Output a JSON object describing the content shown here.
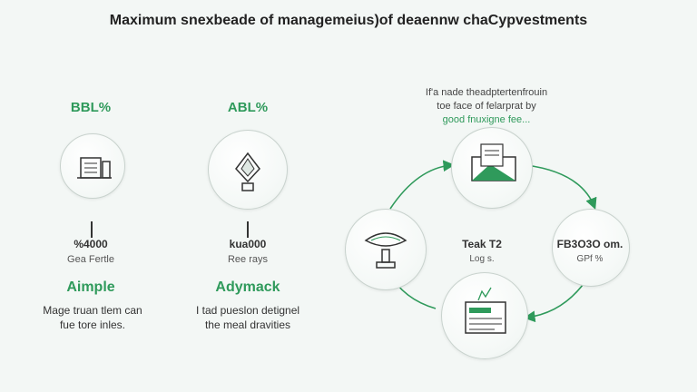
{
  "title": "Maximum snexbeade of managemeius)of deaennw chaCypvestments",
  "left_columns": [
    {
      "percent": "BBL%",
      "amount": "%4000",
      "sub": "Gea Fertle",
      "label": "Aimple",
      "desc_line1": "Mage truan tlem can",
      "desc_line2": "fue tore inles.",
      "icon": "building-icon"
    },
    {
      "percent": "ABL%",
      "amount": "kua000",
      "sub": "Ree rays",
      "label": "Adymack",
      "desc_line1": "I tad pueslon detignel",
      "desc_line2": "the meal dravities",
      "icon": "diamond-lamp-icon"
    }
  ],
  "cycle": {
    "note_line1": "If'a nade theadptertenfrouin",
    "note_line2": "toe face of felarprat by",
    "note_line3": "good fnuxigne fee...",
    "center_title": "Teak T2",
    "center_sub": "Log s.",
    "right_title": "FB3O3O om.",
    "right_sub": "GPf %",
    "icons": {
      "top": "envelope-chart-icon",
      "left": "fountain-icon",
      "right": "finance-text-icon",
      "bottom": "document-chart-icon"
    }
  },
  "colors": {
    "accent": "#2f9a5b",
    "background": "#f3f7f5",
    "outline": "#c8d2cd"
  }
}
